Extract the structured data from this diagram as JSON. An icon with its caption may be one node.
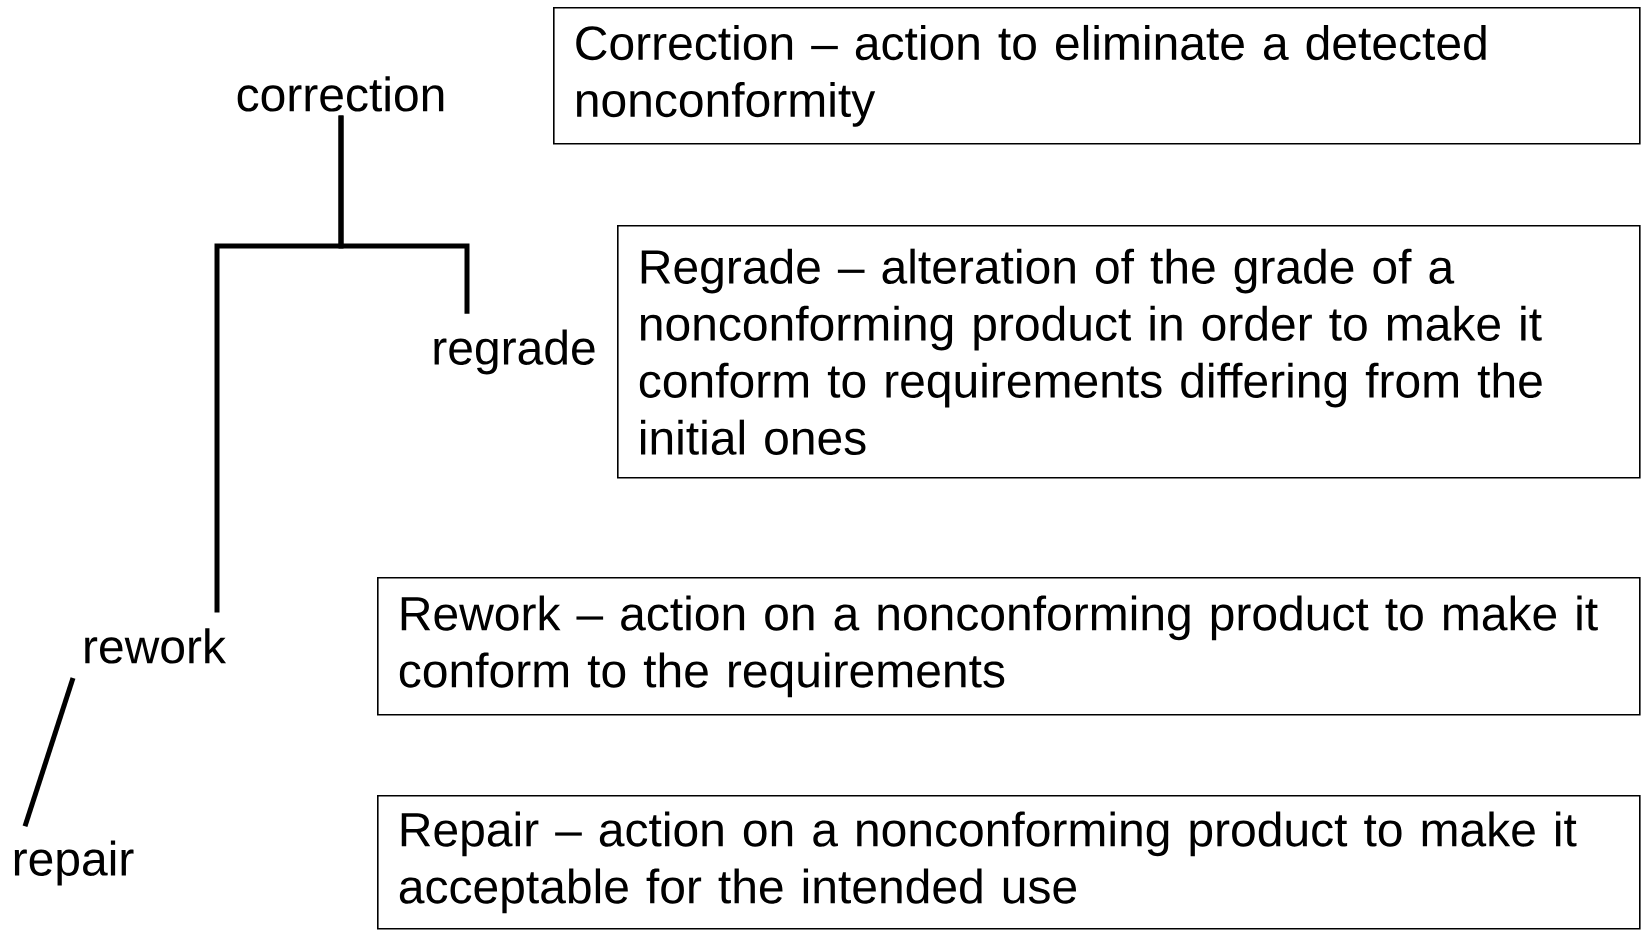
{
  "diagram": {
    "nodes": [
      {
        "text": [
          "correction"
        ]
      },
      {
        "text": [
          "Correction – action to eliminate a detected nonconformity"
        ]
      },
      {
        "text": [
          "Regrade – alteration of the grade of a nonconforming product in order to make it conform to requirements differing from the initial ones"
        ]
      },
      {
        "text": [
          "regrade"
        ]
      },
      {
        "text": [
          "rework"
        ]
      },
      {
        "text": [
          "Rework – action on a nonconforming product to make it conform to the requirements"
        ]
      },
      {
        "text": [
          "repair"
        ]
      },
      {
        "text": [
          "Repair – action on a nonconforming product to make it acceptable for the intended use"
        ]
      }
    ],
    "edges": [
      {
        "from": 0,
        "to": 3,
        "arrow": "none"
      },
      {
        "from": 0,
        "to": 4,
        "arrow": "none"
      },
      {
        "from": 4,
        "to": 6,
        "arrow": "none"
      }
    ]
  }
}
